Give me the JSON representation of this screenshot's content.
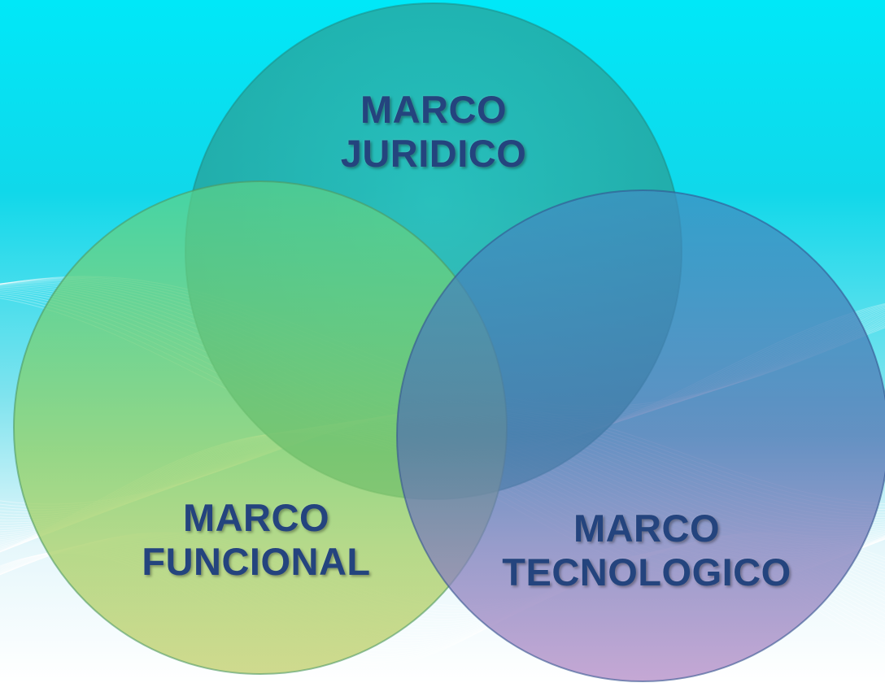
{
  "diagram": {
    "type": "venn-3",
    "colors": {
      "background_top": "#00e8f8",
      "background_bottom": "#ffffff",
      "circle_juridico": "#2ab0a8",
      "circle_funcional": "#9ccf4a",
      "circle_tecnologico": "#7a5aa6",
      "label_text": "#24447e"
    },
    "circles": [
      {
        "id": "juridico",
        "line1": "MARCO",
        "line2": "JURIDICO"
      },
      {
        "id": "funcional",
        "line1": "MARCO",
        "line2": "FUNCIONAL"
      },
      {
        "id": "tecnologico",
        "line1": "MARCO",
        "line2": "TECNOLOGICO"
      }
    ]
  }
}
